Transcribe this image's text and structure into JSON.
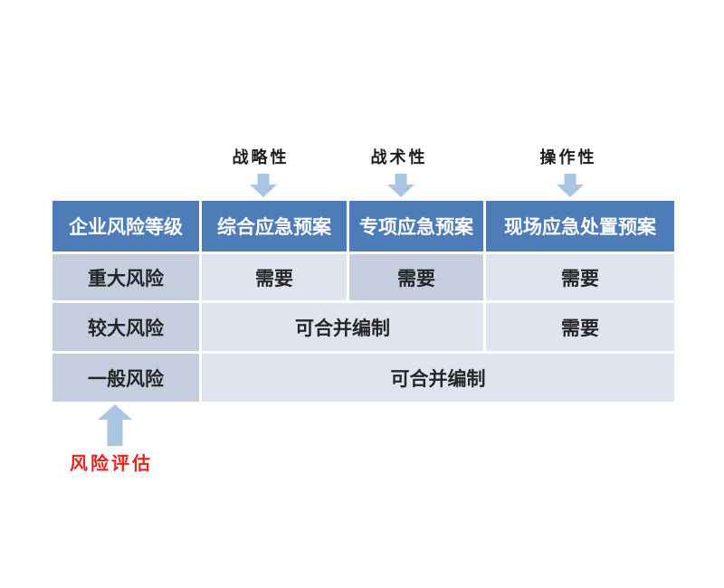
{
  "annotations": {
    "plan_type_labels": [
      {
        "id": "strategic",
        "text": "战略性"
      },
      {
        "id": "tactical",
        "text": "战术性"
      },
      {
        "id": "operational",
        "text": "操作性"
      }
    ],
    "risk_assessment_label": "风险评估"
  },
  "table": {
    "headers": [
      "企业风险等级",
      "综合应急预案",
      "专项应急预案",
      "现场应急处置预案"
    ],
    "rows": [
      {
        "level": "重大风险",
        "cells": [
          {
            "text": "需要",
            "span": 1,
            "highlight": false
          },
          {
            "text": "需要",
            "span": 1,
            "highlight": true
          },
          {
            "text": "需要",
            "span": 1,
            "highlight": false
          }
        ]
      },
      {
        "level": "较大风险",
        "cells": [
          {
            "text": "可合并编制",
            "span": 2,
            "highlight": false
          },
          {
            "text": "需要",
            "span": 1,
            "highlight": false
          }
        ]
      },
      {
        "level": "一般风险",
        "cells": [
          {
            "text": "可合并编制",
            "span": 3,
            "highlight": false
          }
        ]
      }
    ]
  },
  "colors": {
    "header_bg": "#4d7cb8",
    "header_text": "#ffffff",
    "level_cell_bg": "#c4cedf",
    "data_cell_bg": "#e0e4ee",
    "highlight_cell_bg": "#c4cedf",
    "arrow": "#a9c5e2",
    "risk_label_red": "#e8241a",
    "body_text": "#262626"
  }
}
